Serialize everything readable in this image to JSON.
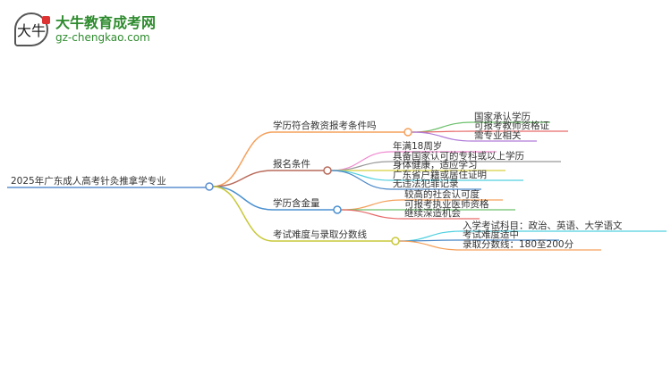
{
  "logo": {
    "mark": "大牛",
    "title": "大牛教育成考网",
    "url": "gz-chengkao.com"
  },
  "root": {
    "label": "2025年广东成人高考针灸推拿学专业",
    "color": "#5b8fd0"
  },
  "branches": [
    {
      "label": "学历符合教资报考条件吗",
      "color": "#f5a05a",
      "children": [
        {
          "label": "国家承认学历",
          "color": "#6cc06c"
        },
        {
          "label": "可报考教师资格证",
          "color": "#e86a6a"
        },
        {
          "label": "需专业相关",
          "color": "#b07ad8"
        }
      ]
    },
    {
      "label": "报名条件",
      "color": "#b86a5a",
      "children": [
        {
          "label": "年满18周岁",
          "color": "#f08ad0"
        },
        {
          "label": "具备国家认可的专科或以上学历",
          "color": "#999999"
        },
        {
          "label": "身体健康，适应学习",
          "color": "#d8d040"
        },
        {
          "label": "广东省户籍或居住证明",
          "color": "#50d0e0"
        },
        {
          "label": "无违法犯罪记录",
          "color": "#4a88c8"
        }
      ]
    },
    {
      "label": "学历含金量",
      "color": "#4a90d0",
      "children": [
        {
          "label": "较高的社会认可度",
          "color": "#f5a05a"
        },
        {
          "label": "可报考执业医师资格",
          "color": "#6cc06c"
        },
        {
          "label": "继续深造机会",
          "color": "#e86a6a"
        }
      ]
    },
    {
      "label": "考试难度与录取分数线",
      "color": "#c8c83a",
      "children": [
        {
          "label": "入学考试科目：政治、英语、大学语文",
          "color": "#50d0e0"
        },
        {
          "label": "考试难度适中",
          "color": "#4a88c8"
        },
        {
          "label": "录取分数线：180至200分",
          "color": "#f5a05a"
        }
      ]
    }
  ]
}
